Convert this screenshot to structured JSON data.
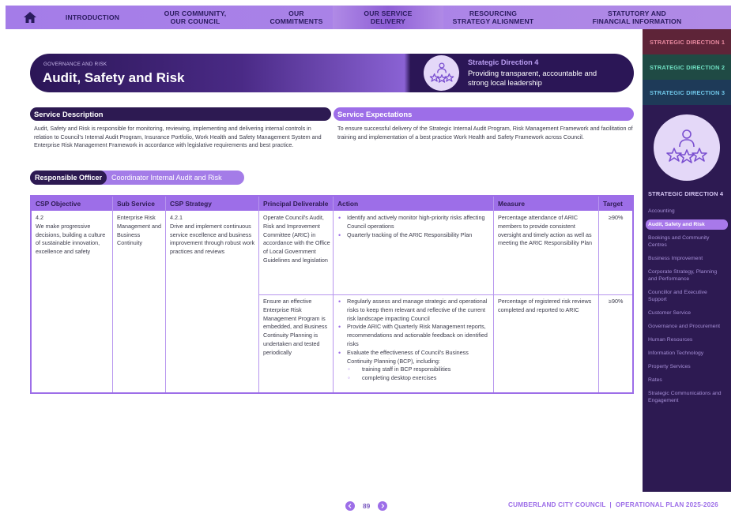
{
  "topnav": {
    "home_icon": "home-icon",
    "items": [
      {
        "label": "INTRODUCTION"
      },
      {
        "label": "OUR COMMUNITY,\nOUR COUNCIL"
      },
      {
        "label": "OUR\nCOMMITMENTS"
      },
      {
        "label": "OUR SERVICE\nDELIVERY"
      },
      {
        "label": "RESOURCING\nSTRATEGY ALIGNMENT"
      },
      {
        "label": "STATUTORY AND\nFINANCIAL INFORMATION"
      }
    ]
  },
  "sidebar": {
    "directions": [
      "STRATEGIC DIRECTION 1",
      "STRATEGIC DIRECTION 2",
      "STRATEGIC DIRECTION 3"
    ],
    "current_direction": "STRATEGIC DIRECTION 4",
    "icon": "people-stars-icon",
    "items": [
      "Accounting",
      "Audit, Safety and Risk",
      "Bookings and Community Centres",
      "Business Improvement",
      "Corporate Strategy, Planning and Performance",
      "Councillor and Executive Support",
      "Customer Service",
      "Governance and Procurement",
      "Human Resources",
      "Information Technology",
      "Property Services",
      "Rates",
      "Strategic Communications and Engagement"
    ]
  },
  "header": {
    "kicker": "GOVERNANCE AND RISK",
    "title": "Audit, Safety and Risk",
    "direction_label": "Strategic Direction 4",
    "direction_text": "Providing transparent, accountable and strong local leadership"
  },
  "service_description": {
    "heading": "Service Description",
    "text": "Audit, Safety and Risk is responsible for monitoring, reviewing, implementing and delivering internal controls in relation to Council's Internal Audit Program, Insurance Portfolio, Work Health and Safety Management System and Enterprise Risk Management Framework in accordance with legislative requirements and best practice."
  },
  "service_expectations": {
    "heading": "Service Expectations",
    "text": "To ensure successful delivery of the Strategic Internal Audit Program, Risk Management Framework and facilitation of training and implementation of a best practice Work Health and Safety Framework across Council."
  },
  "responsible_officer": {
    "label": "Responsible Officer",
    "value": "Coordinator Internal Audit and Risk"
  },
  "table": {
    "headers": [
      "CSP Objective",
      "Sub Service",
      "CSP Strategy",
      "Principal Deliverable",
      "Action",
      "Measure",
      "Target"
    ],
    "csp_objective": "4.2\nWe make progressive decisions, building a culture of sustainable innovation, excellence and safety",
    "sub_service": "Enterprise Risk Management and Business Continuity",
    "csp_strategy": "4.2.1\nDrive and implement continuous service excellence and business improvement through robust work practices and reviews",
    "rows": [
      {
        "deliverable": "Operate Council's Audit, Risk and Improvement Committee (ARIC) in accordance with the Office of Local Government Guidelines and legislation",
        "actions": [
          "Identify and actively monitor high-priority risks affecting Council operations",
          "Quarterly tracking of the ARIC Responsibility Plan"
        ],
        "measure": "Percentage attendance of ARIC members to provide consistent oversight and timely action as well as meeting the ARIC Responsibility Plan",
        "target": "≥90%"
      },
      {
        "deliverable": "Ensure an effective Enterprise Risk Management Program is embedded, and Business Continuity Planning is undertaken and tested periodically",
        "actions": [
          "Regularly assess and manage strategic and operational risks to keep them relevant and reflective of the current risk landscape impacting Council",
          "Provide ARIC with Quarterly Risk Management reports, recommendations and actionable feedback on identified risks",
          "Evaluate the effectiveness of Council's Business Continuity Planning (BCP), including:"
        ],
        "sub_actions": [
          "training staff in BCP responsibilities",
          "completing desktop exercises"
        ],
        "measure": "Percentage of registered risk reviews completed and reported to ARIC",
        "target": "≥90%"
      }
    ]
  },
  "footer": {
    "page": "89",
    "text": "CUMBERLAND CITY COUNCIL  |  OPERATIONAL PLAN 2025-2026",
    "prev_icon": "chevron-left-icon",
    "next_icon": "chevron-right-icon"
  },
  "colors": {
    "primary_purple": "#9d6ee8",
    "dark_purple": "#2d1a52",
    "nav_purple": "#a47ce8"
  }
}
